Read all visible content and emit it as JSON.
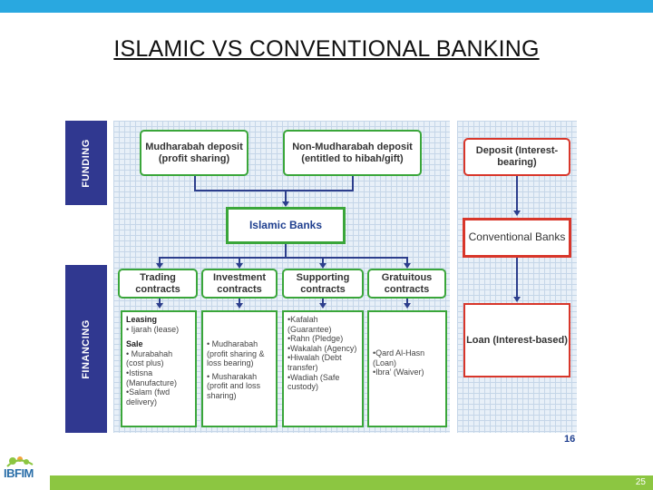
{
  "title": "ISLAMIC VS CONVENTIONAL BANKING",
  "sidebar": {
    "funding": "FUNDING",
    "financing": "FINANCING"
  },
  "funding": {
    "mudharabah": "Mudharabah deposit (profit sharing)",
    "non_mudharabah": "Non-Mudharabah deposit (entitled to hibah/gift)"
  },
  "islamic_banks": "Islamic Banks",
  "contracts": {
    "trading": "Trading contracts",
    "investment": "Investment contracts",
    "supporting": "Supporting contracts",
    "gratuitous": "Gratuitous contracts"
  },
  "details": {
    "trading": {
      "leasing_head": "Leasing",
      "leasing_items": [
        "• Ijarah (lease)"
      ],
      "sale_head": "Sale",
      "sale_items": [
        "• Murabahah (cost plus)",
        "•Istisna (Manufacture)",
        "•Salam (fwd delivery)"
      ]
    },
    "investment": [
      "• Mudharabah (profit sharing & loss bearing)",
      "• Musharakah (profit and loss sharing)"
    ],
    "supporting": [
      "•Kafalah (Guarantee)",
      "•Rahn (Pledge)",
      "•Wakalah (Agency)",
      "•Hiwalah (Debt transfer)",
      "•Wadiah (Safe custody)"
    ],
    "gratuitous": [
      "•Qard Al-Hasn (Loan)",
      "•Ibra’ (Waiver)"
    ]
  },
  "conventional": {
    "deposit": "Deposit (Interest-bearing)",
    "banks": "Conventional Banks",
    "loan": "Loan (Interest-based)"
  },
  "slide_number": "16",
  "page_number": "25",
  "logo_text": "IBFIM",
  "colors": {
    "top_bar": "#29a8e0",
    "bottom_bar": "#8cc641",
    "sidebar": "#303890",
    "green_border": "#3aa63a",
    "red_border": "#d8362a",
    "arrow": "#2c3e8c"
  }
}
